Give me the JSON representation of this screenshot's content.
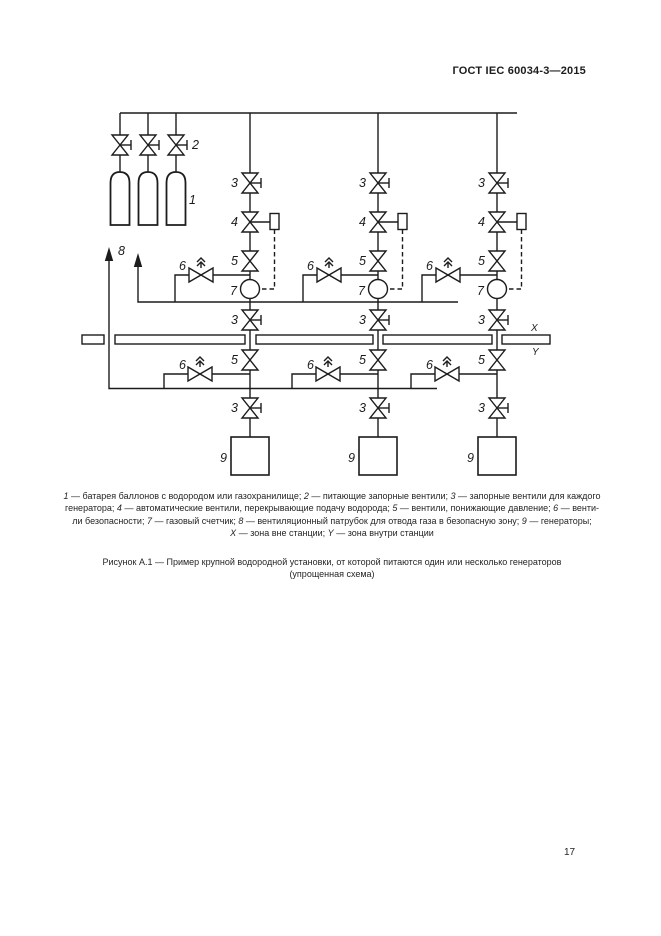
{
  "header": {
    "title": "ГОСТ IEC 60034-3—2015"
  },
  "diagram": {
    "labels": {
      "battery": "1",
      "feed_valve": "2",
      "shutoff_valve": "3",
      "auto_valve": "4",
      "reducing_valve": "5",
      "safety_valve": "6",
      "gas_meter": "7",
      "vent": "8",
      "generator": "9",
      "zone_outside": "X",
      "zone_inside": "Y"
    }
  },
  "caption": {
    "lines": [
      "1 — батарея баллонов с водородом или газохранилище; 2 — питающие запорные вентили; 3 — запорные вентили для каждого",
      "генератора; 4 — автоматические вентили, перекрывающие подачу водорода; 5 — вентили, понижающие давление; 6 — венти-",
      "ли безопасности; 7 — газовый счетчик; 8 — вентиляционный патрубок для отвода газа в безопасную зону; 9 — генераторы;",
      "X — зона вне станции; Y — зона внутри станции"
    ]
  },
  "figure_title": {
    "lines": [
      "Рисунок А.1 — Пример крупной водородной установки, от которой питаются один или несколько генераторов",
      "(упрощенная схема)"
    ]
  },
  "page_number": "17"
}
